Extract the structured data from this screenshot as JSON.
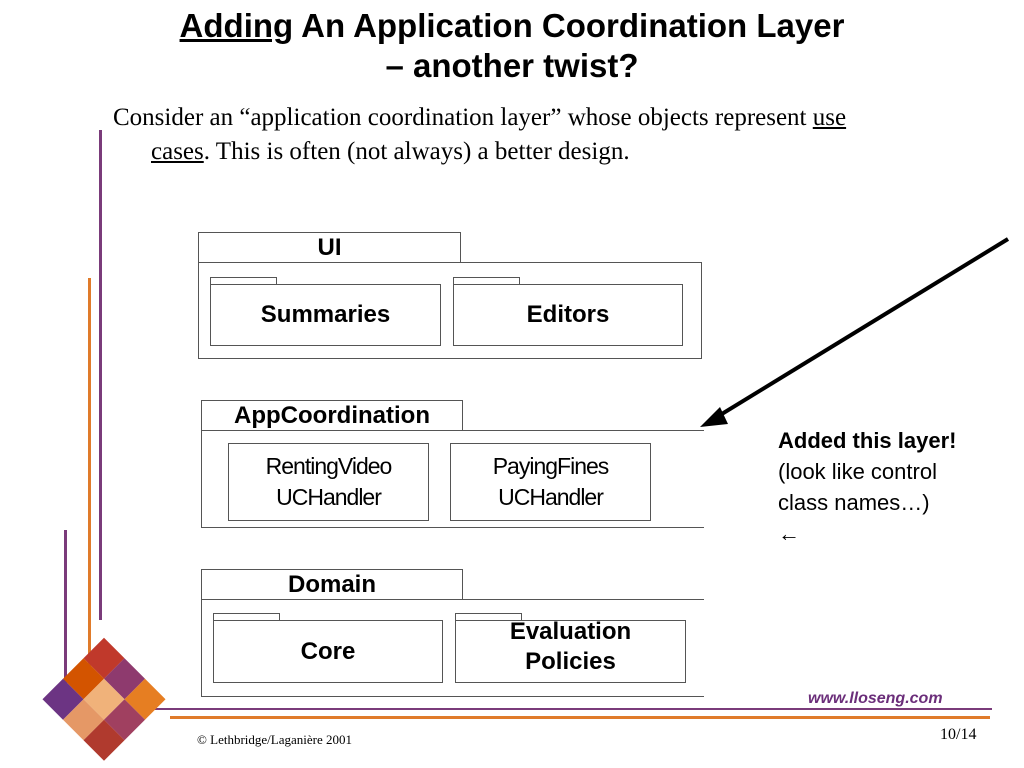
{
  "slide": {
    "title_underlined": "Adding",
    "title_rest_line1": " An Application Coordination Layer",
    "title_line2": "– another twist?",
    "para_pre": "Consider an “application coordination layer” whose objects represent ",
    "para_u1": "use",
    "para_u2": "cases",
    "para_post": ". This is often (not always) a better design."
  },
  "diagram": {
    "ui": {
      "name": "UI",
      "children": [
        "Summaries",
        "Editors"
      ]
    },
    "app": {
      "name": "AppCoordination",
      "child1_line1": "RentingVideo",
      "child1_line2": "UCHandler",
      "child2_line1": "PayingFines",
      "child2_line2": "UCHandler"
    },
    "domain": {
      "name": "Domain",
      "child1": "Core",
      "child2_line1": "Evaluation",
      "child2_line2": "Policies"
    }
  },
  "annotation": {
    "line1": "Added this layer!",
    "line2": "(look like control",
    "line3": "class names…)",
    "line4": "←"
  },
  "footer": {
    "copyright": "© Lethbridge/Laganière 2001",
    "page": "10/14",
    "website": "www.lloseng.com"
  },
  "colors": {
    "orange": "#e07b2a",
    "purple": "#7a3b7a",
    "box_border": "#555555"
  }
}
